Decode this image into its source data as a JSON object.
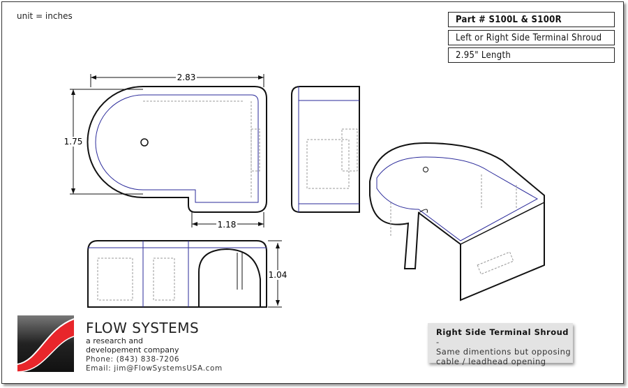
{
  "unit_label": "unit = inches",
  "title_block": {
    "part_number": "Part # S100L  &  S100R",
    "description": "Left or Right Side Terminal Shroud",
    "length": "2.95\" Length"
  },
  "dimensions": {
    "width": "2.83",
    "depth": "1.75",
    "notch": "1.18",
    "height": "1.04"
  },
  "company": {
    "name": "FLOW SYSTEMS",
    "tagline_1": "a research and",
    "tagline_2": "developement company",
    "phone": "Phone: (843) 838-7206",
    "email": "Email: jim@FlowSystemsUSA.com"
  },
  "note": {
    "title": "Right Side Terminal Shroud",
    "suffix": " -",
    "line1": "Same dimentions but opposing",
    "line2": "cable / leadhead opening"
  },
  "colors": {
    "outline": "#111111",
    "blue_edge": "#2a2a9a",
    "hidden": "#888888",
    "logo_red": "#e8262b"
  }
}
